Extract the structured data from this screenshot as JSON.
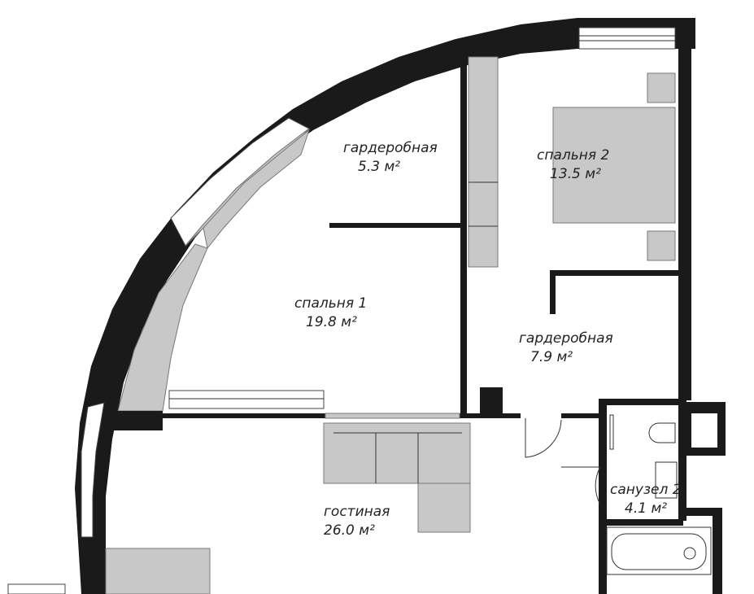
{
  "rooms": {
    "wardrobe1": {
      "name": "гардеробная",
      "area": "5.3 м²"
    },
    "bedroom2": {
      "name": "спальня 2",
      "area": "13.5 м²"
    },
    "bedroom1": {
      "name": "спальня 1",
      "area": "19.8 м²"
    },
    "wardrobe2": {
      "name": "гардеробная",
      "area": "7.9 м²"
    },
    "bathroom2": {
      "name": "санузел 2",
      "area": "4.1 м²"
    },
    "living": {
      "name": "гостиная",
      "area": "26.0 м²"
    }
  },
  "colors": {
    "wall": "#1a1a1a",
    "furniture": "#c8c8c8",
    "background": "#ffffff"
  }
}
